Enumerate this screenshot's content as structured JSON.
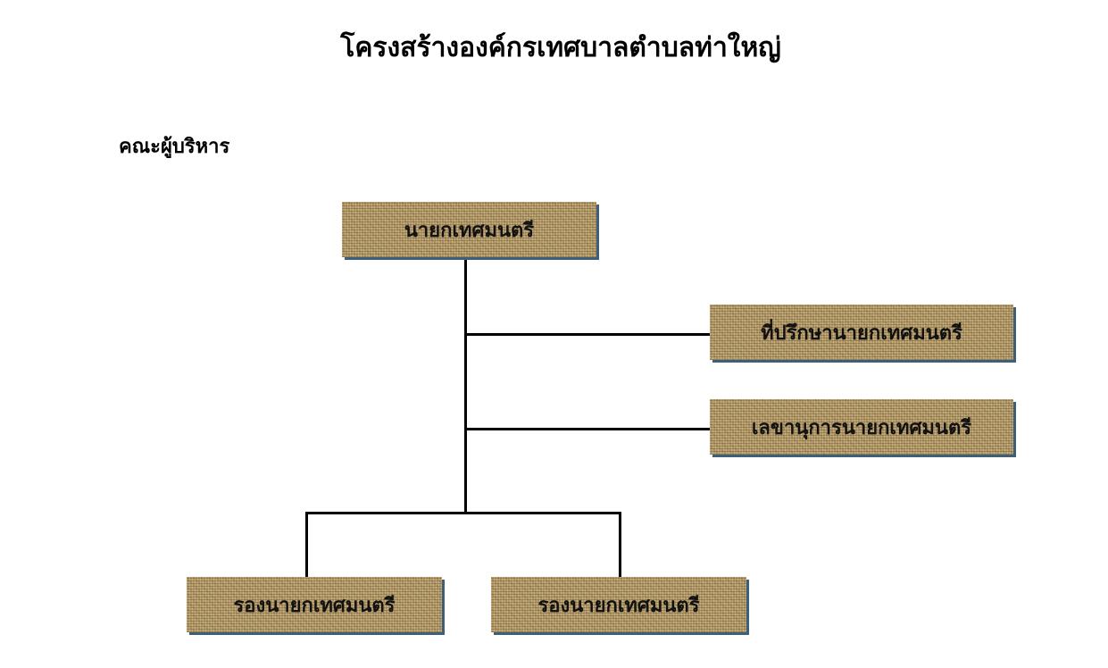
{
  "title": "โครงสร้างองค์กรเทศบาลตำบลท่าใหญ่",
  "section": "คณะผู้บริหาร",
  "nodes": {
    "mayor": "นายกเทศมนตรี",
    "advisor": "ที่ปรึกษานายกเทศมนตรี",
    "secretary": "เลขานุการนายกเทศมนตรี",
    "deputy1": "รองนายกเทศมนตรี",
    "deputy2": "รองนายกเทศมนตรี"
  }
}
